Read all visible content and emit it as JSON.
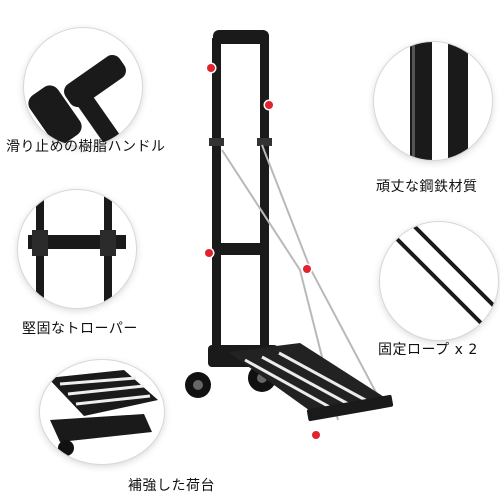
{
  "labels": {
    "handle": "滑り止めの樹脂ハンドル",
    "steel": "頑丈な鋼鉄材質",
    "pole": "堅固なトローパー",
    "rope": "固定ロープ x 2",
    "deck": "補強した荷台"
  },
  "colors": {
    "frame": "#1a1a1a",
    "accent_dot": "#e0232e",
    "background": "#ffffff"
  },
  "icons": [
    "grip-handle-closeup",
    "steel-tube-closeup",
    "telescopic-pole-closeup",
    "bungee-cord-closeup",
    "folding-deck-closeup"
  ]
}
